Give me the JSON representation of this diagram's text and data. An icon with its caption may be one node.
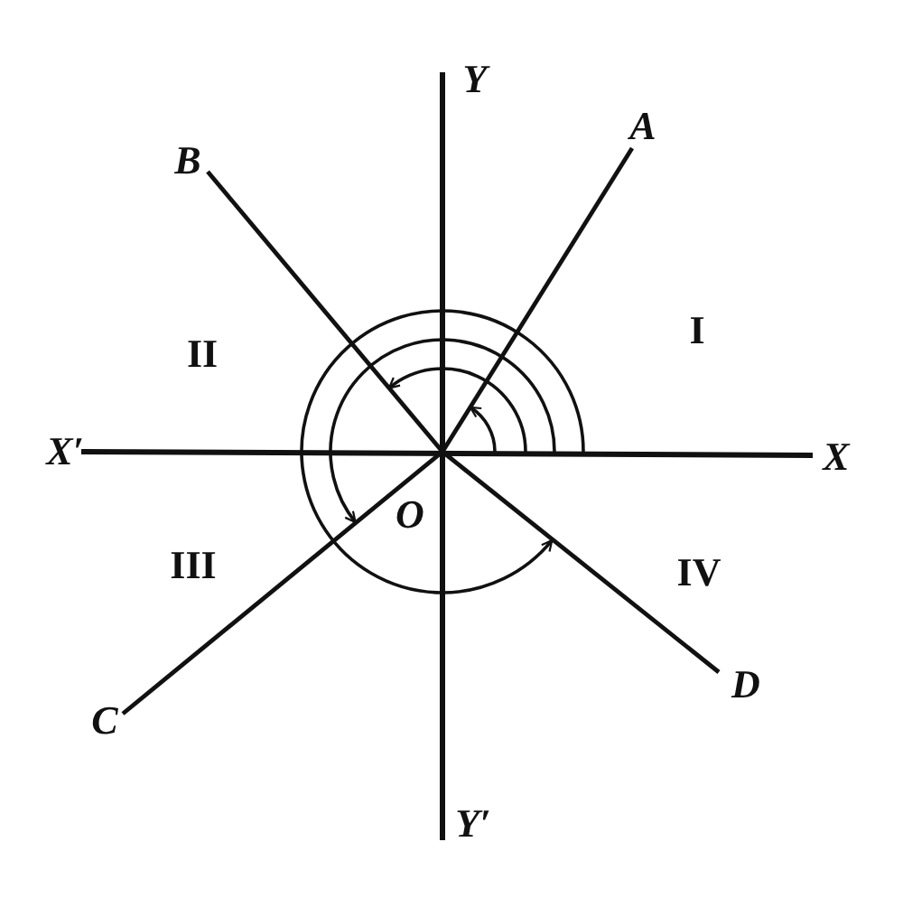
{
  "diagram": {
    "labels": [
      "Y",
      "A",
      "B",
      "II",
      "I",
      "X′",
      "X",
      "O",
      "III",
      "IV",
      "D",
      "C",
      "Y′"
    ]
  }
}
